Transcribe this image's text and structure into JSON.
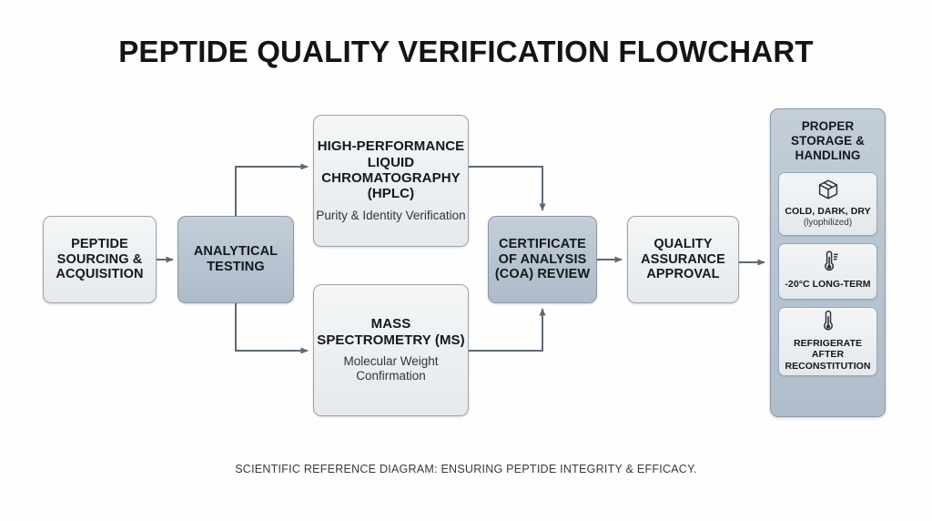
{
  "title": "PEPTIDE QUALITY VERIFICATION FLOWCHART",
  "caption": "SCIENTIFIC REFERENCE DIAGRAM: ENSURING PEPTIDE INTEGRITY & EFFICACY.",
  "colors": {
    "background": "#fefefe",
    "accent_fill": "#b6c3d0",
    "light_fill": "#eceff1",
    "border": "#9aa3ab",
    "connector": "#5d6a75",
    "text": "#14181c"
  },
  "nodes": {
    "sourcing": {
      "title": "PEPTIDE SOURCING & ACQUISITION",
      "style": "light"
    },
    "analytical": {
      "title": "ANALYTICAL TESTING",
      "style": "accent"
    },
    "hplc": {
      "title": "HIGH-PERFORMANCE LIQUID CHROMATOGRAPHY (HPLC)",
      "subtitle": "Purity & Identity Verification",
      "style": "light"
    },
    "ms": {
      "title": "MASS SPECTROMETRY (MS)",
      "subtitle": "Molecular Weight Confirmation",
      "style": "light"
    },
    "coa": {
      "title": "CERTIFICATE OF ANALYSIS (COA) REVIEW",
      "style": "accent"
    },
    "qa": {
      "title": "QUALITY ASSURANCE APPROVAL",
      "style": "light"
    }
  },
  "storage": {
    "title": "PROPER STORAGE & HANDLING",
    "cards": [
      {
        "icon": "package-box-icon",
        "label": "COLD, DARK, DRY",
        "note": "(lyophilized)"
      },
      {
        "icon": "thermometer-cold-icon",
        "label": "-20°C LONG-TERM",
        "note": ""
      },
      {
        "icon": "thermometer-icon",
        "label": "REFRIGERATE AFTER RECONSTITUTION",
        "note": ""
      }
    ]
  },
  "flow": {
    "edges": [
      {
        "from": "sourcing",
        "to": "analytical"
      },
      {
        "from": "analytical",
        "to": "hplc"
      },
      {
        "from": "analytical",
        "to": "ms"
      },
      {
        "from": "hplc",
        "to": "coa"
      },
      {
        "from": "ms",
        "to": "coa"
      },
      {
        "from": "coa",
        "to": "qa"
      },
      {
        "from": "qa",
        "to": "storage"
      }
    ]
  }
}
